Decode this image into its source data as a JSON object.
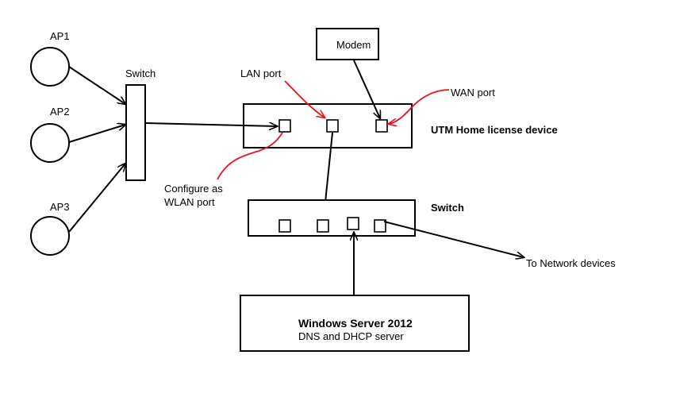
{
  "colors": {
    "line": "#000000",
    "annotation": "#e8131c",
    "background": "#ffffff"
  },
  "access_points": {
    "ap1": "AP1",
    "ap2": "AP2",
    "ap3": "AP3"
  },
  "left_switch": {
    "label": "Switch"
  },
  "modem": {
    "label": "Modem"
  },
  "utm": {
    "label": "UTM Home license device"
  },
  "center_switch": {
    "label": "Switch"
  },
  "server": {
    "title": "Windows Server 2012",
    "subtitle": "DNS and DHCP server"
  },
  "annotations": {
    "lan_port": "LAN port",
    "wan_port": "WAN port",
    "configure_line1": "Configure as",
    "configure_line2": "WLAN port"
  },
  "network_devices": {
    "label": "To Network devices"
  }
}
